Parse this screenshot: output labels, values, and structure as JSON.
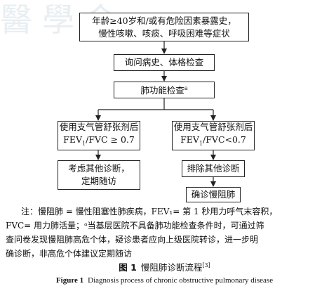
{
  "watermark": "醫學会",
  "flowchart": {
    "start": {
      "line1": "年龄≥40岁和/或有危险因素暴露史，",
      "line2": "慢性咳嗽、咳痰、呼吸困难等症状"
    },
    "history": "询问病史、体格检查",
    "lung_test": {
      "text": "肺功能检查",
      "mark": "a"
    },
    "left_test": {
      "line1": "使用支气管舒张剂后",
      "fev_prefix": "FEV",
      "fev_sub": "1",
      "fev_rest": "/FVC ≥ 0.7"
    },
    "right_test": {
      "line1": "使用支气管舒张剂后",
      "fev_prefix": "FEV",
      "fev_sub": "1",
      "fev_rest": "/FVC<0.7"
    },
    "left_result": {
      "line1": "考虑其他诊断，",
      "line2": "定期随访"
    },
    "exclude": "排除其他诊断",
    "confirm": "确诊慢阻肺"
  },
  "note": {
    "line1": "注：慢阻肺 = 慢性阻塞性肺疾病，FEV₁= 第 1 秒用力呼气末容积，",
    "line2": "FVC= 用力肺活量；ᵃ当基层医院不具备肺功能检查条件时，可通过筛",
    "line3": "查问卷发现慢阻肺高危个体，疑诊患者应向上级医院转诊，进一步明",
    "line4": "确诊断，非高危个体建议定期随访"
  },
  "caption_cn": {
    "label": "图 1",
    "text": "慢阻肺诊断流程",
    "ref": "[3]"
  },
  "caption_en": {
    "label": "Figure 1",
    "text": "Diagnosis process of chronic obstructive pulmonary disease"
  }
}
